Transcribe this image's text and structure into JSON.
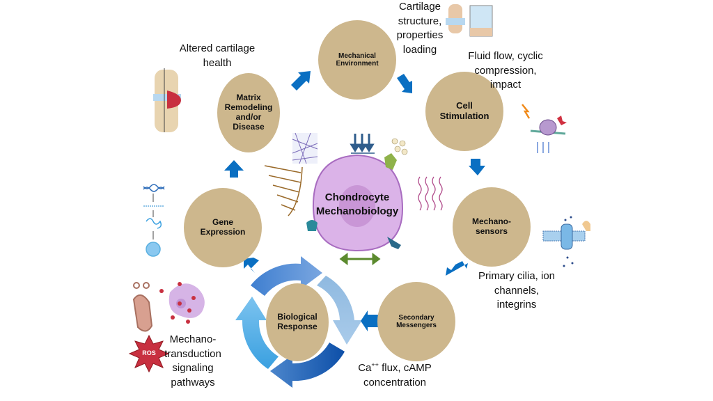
{
  "center": {
    "label_line1": "Chondrocyte",
    "label_line2": "Mechanobiology"
  },
  "nodes": [
    {
      "id": "mechanical-environment",
      "line1": "Mechanical",
      "line2": "Environment"
    },
    {
      "id": "cell-stimulation",
      "line1": "Cell",
      "line2": "Stimulation"
    },
    {
      "id": "mechanosensors",
      "line1": "Mechano-",
      "line2": "sensors"
    },
    {
      "id": "secondary-messengers",
      "line1": "Secondary",
      "line2": "Messengers"
    },
    {
      "id": "biological-response",
      "line1": "Biological",
      "line2": "Response"
    },
    {
      "id": "gene-expression",
      "line1": "Gene",
      "line2": "Expression"
    },
    {
      "id": "matrix-remodeling",
      "line1": "Matrix",
      "line2": "Remodeling",
      "line3": "and/or",
      "line4": "Disease"
    }
  ],
  "notes": {
    "cartilage": [
      "Cartilage",
      "structure,",
      "properties",
      "loading"
    ],
    "altered": [
      "Altered cartilage",
      "health"
    ],
    "fluid": [
      "Fluid flow, cyclic",
      "compression,",
      "impact"
    ],
    "cilia": [
      "Primary cilia, ion",
      "channels,",
      "integrins"
    ],
    "ca_prefix": "Ca",
    "ca_sup": "++",
    "ca_rest": " flux, cAMP",
    "ca_line2": "concentration",
    "mechano": [
      "Mechano-",
      "transduction",
      "signaling",
      "pathways"
    ]
  },
  "ros_label": "ROS",
  "colors": {
    "node": "#cdb78d",
    "arrow": "#0a6fc2",
    "cell": "#dbb3e8",
    "cell_border": "#a86cc0",
    "nucleus": "#c996d6"
  }
}
